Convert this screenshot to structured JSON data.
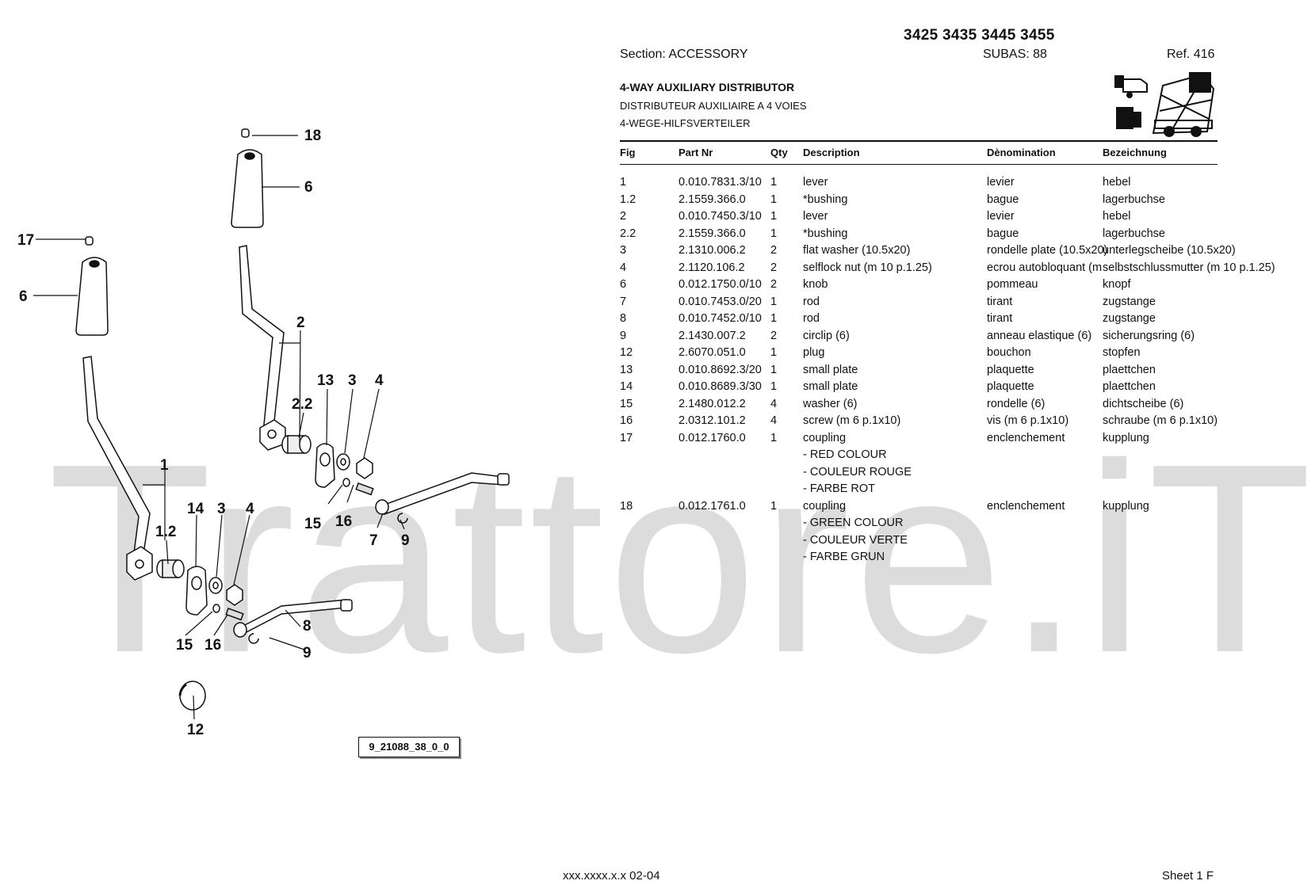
{
  "header": {
    "models": "3425 3435 3445 3455",
    "section": "Section: ACCESSORY",
    "subas": "SUBAS: 88",
    "ref": "Ref. 416",
    "title_en": "4-WAY AUXILIARY DISTRIBUTOR",
    "title_fr": "DISTRIBUTEUR AUXILIAIRE A 4 VOIES",
    "title_de": "4-WEGE-HILFSVERTEILER"
  },
  "watermark": "Trattore.iT",
  "table": {
    "columns": [
      "Fig",
      "Part Nr",
      "Qty",
      "Description",
      "Dènomination",
      "Bezeichnung"
    ],
    "rows": [
      {
        "fig": "1",
        "part": "0.010.7831.3/10",
        "qty": "1",
        "desc": "lever",
        "den": "levier",
        "bez": "hebel"
      },
      {
        "fig": "1.2",
        "part": "2.1559.366.0",
        "qty": "1",
        "desc": "*bushing",
        "den": "bague",
        "bez": "lagerbuchse"
      },
      {
        "fig": "2",
        "part": "0.010.7450.3/10",
        "qty": "1",
        "desc": "lever",
        "den": "levier",
        "bez": "hebel"
      },
      {
        "fig": "2.2",
        "part": "2.1559.366.0",
        "qty": "1",
        "desc": "*bushing",
        "den": "bague",
        "bez": "lagerbuchse"
      },
      {
        "fig": "3",
        "part": "2.1310.006.2",
        "qty": "2",
        "desc": "flat washer (10.5x20)",
        "den": "rondelle plate (10.5x20)",
        "bez": "unterlegscheibe (10.5x20)"
      },
      {
        "fig": "4",
        "part": "2.1120.106.2",
        "qty": "2",
        "desc": "selflock nut (m 10 p.1.25)",
        "den": "ecrou autobloquant (m",
        "bez": "selbstschlussmutter (m 10 p.1.25)"
      },
      {
        "fig": "6",
        "part": "0.012.1750.0/10",
        "qty": "2",
        "desc": "knob",
        "den": "pommeau",
        "bez": "knopf"
      },
      {
        "fig": "7",
        "part": "0.010.7453.0/20",
        "qty": "1",
        "desc": "rod",
        "den": "tirant",
        "bez": "zugstange"
      },
      {
        "fig": "8",
        "part": "0.010.7452.0/10",
        "qty": "1",
        "desc": "rod",
        "den": "tirant",
        "bez": "zugstange"
      },
      {
        "fig": "9",
        "part": "2.1430.007.2",
        "qty": "2",
        "desc": "circlip (6)",
        "den": "anneau elastique (6)",
        "bez": "sicherungsring (6)"
      },
      {
        "fig": "12",
        "part": "2.6070.051.0",
        "qty": "1",
        "desc": "plug",
        "den": "bouchon",
        "bez": "stopfen"
      },
      {
        "fig": "13",
        "part": "0.010.8692.3/20",
        "qty": "1",
        "desc": "small plate",
        "den": "plaquette",
        "bez": "plaettchen"
      },
      {
        "fig": "14",
        "part": "0.010.8689.3/30",
        "qty": "1",
        "desc": "small plate",
        "den": "plaquette",
        "bez": "plaettchen"
      },
      {
        "fig": "15",
        "part": "2.1480.012.2",
        "qty": "4",
        "desc": "washer (6)",
        "den": "rondelle (6)",
        "bez": "dichtscheibe (6)"
      },
      {
        "fig": "16",
        "part": "2.0312.101.2",
        "qty": "4",
        "desc": "screw (m 6 p.1x10)",
        "den": "vis (m 6 p.1x10)",
        "bez": "schraube (m 6 p.1x10)"
      },
      {
        "fig": "17",
        "part": "0.012.1760.0",
        "qty": "1",
        "desc": "coupling",
        "den": "enclenchement",
        "bez": "kupplung"
      },
      {
        "fig": "",
        "part": "",
        "qty": "",
        "desc": "- RED COLOUR",
        "den": "",
        "bez": ""
      },
      {
        "fig": "",
        "part": "",
        "qty": "",
        "desc": "- COULEUR ROUGE",
        "den": "",
        "bez": ""
      },
      {
        "fig": "",
        "part": "",
        "qty": "",
        "desc": "- FARBE ROT",
        "den": "",
        "bez": ""
      },
      {
        "fig": "18",
        "part": "0.012.1761.0",
        "qty": "1",
        "desc": "coupling",
        "den": "enclenchement",
        "bez": "kupplung"
      },
      {
        "fig": "",
        "part": "",
        "qty": "",
        "desc": "- GREEN COLOUR",
        "den": "",
        "bez": ""
      },
      {
        "fig": "",
        "part": "",
        "qty": "",
        "desc": "- COULEUR VERTE",
        "den": "",
        "bez": ""
      },
      {
        "fig": "",
        "part": "",
        "qty": "",
        "desc": "- FARBE GRUN",
        "den": "",
        "bez": ""
      }
    ]
  },
  "diagram": {
    "callouts": [
      "18",
      "6",
      "17",
      "6",
      "2",
      "2.2",
      "13",
      "3",
      "4",
      "1",
      "1.2",
      "14",
      "3",
      "4",
      "15",
      "16",
      "7",
      "9",
      "15",
      "16",
      "8",
      "9",
      "12"
    ],
    "drawing_ref": "9_21088_38_0_0"
  },
  "footer": {
    "code": "xxx.xxxx.x.x  02-04",
    "sheet": "Sheet 1 F"
  }
}
